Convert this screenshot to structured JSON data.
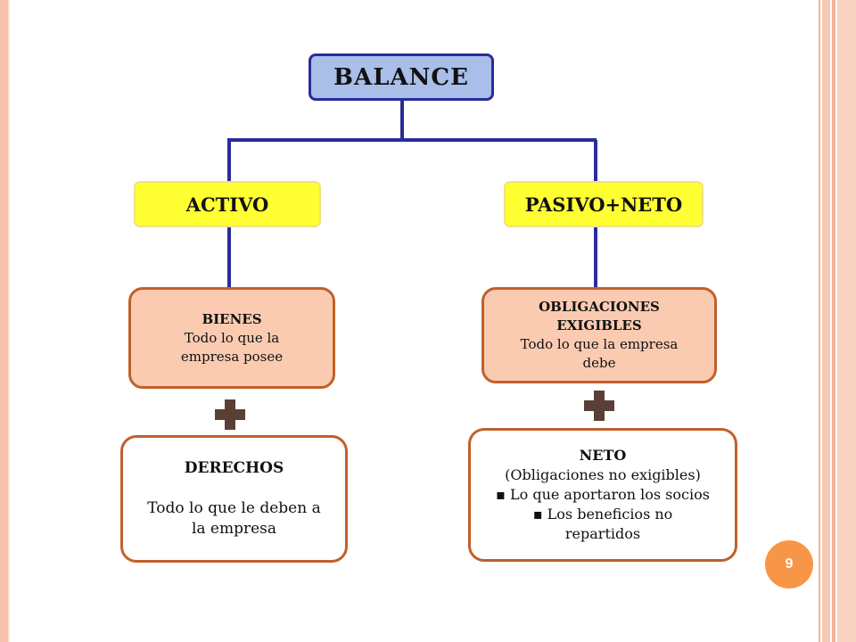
{
  "diagram": {
    "root": {
      "label": "BALANCE"
    },
    "branches": [
      {
        "label": "ACTIVO"
      },
      {
        "label": "PASIVO+NETO"
      }
    ],
    "bienes": {
      "title": "BIENES",
      "line1": "Todo lo que la",
      "line2": "empresa posee"
    },
    "obligaciones": {
      "title1": "OBLIGACIONES",
      "title2": "EXIGIBLES",
      "line1": "Todo lo que la empresa",
      "line2": "debe"
    },
    "derechos": {
      "title": "DERECHOS",
      "line1": "Todo lo que le deben a",
      "line2": "la empresa"
    },
    "neto": {
      "title": "NETO",
      "subtitle": "(Obligaciones no exigibles)",
      "bullet1": "Lo que aportaron los socios",
      "bullet2a": "Los beneficios no",
      "bullet2b": "repartidos"
    }
  },
  "page_number": "9",
  "colors": {
    "connector": "#2b2b9a",
    "root_fill": "#a9bfe9",
    "branch_fill": "#ffff33",
    "peach_fill": "#fbcbb1",
    "box_border": "#c0602c",
    "plus_sign": "#5a3f36",
    "page_badge": "#f79646"
  }
}
